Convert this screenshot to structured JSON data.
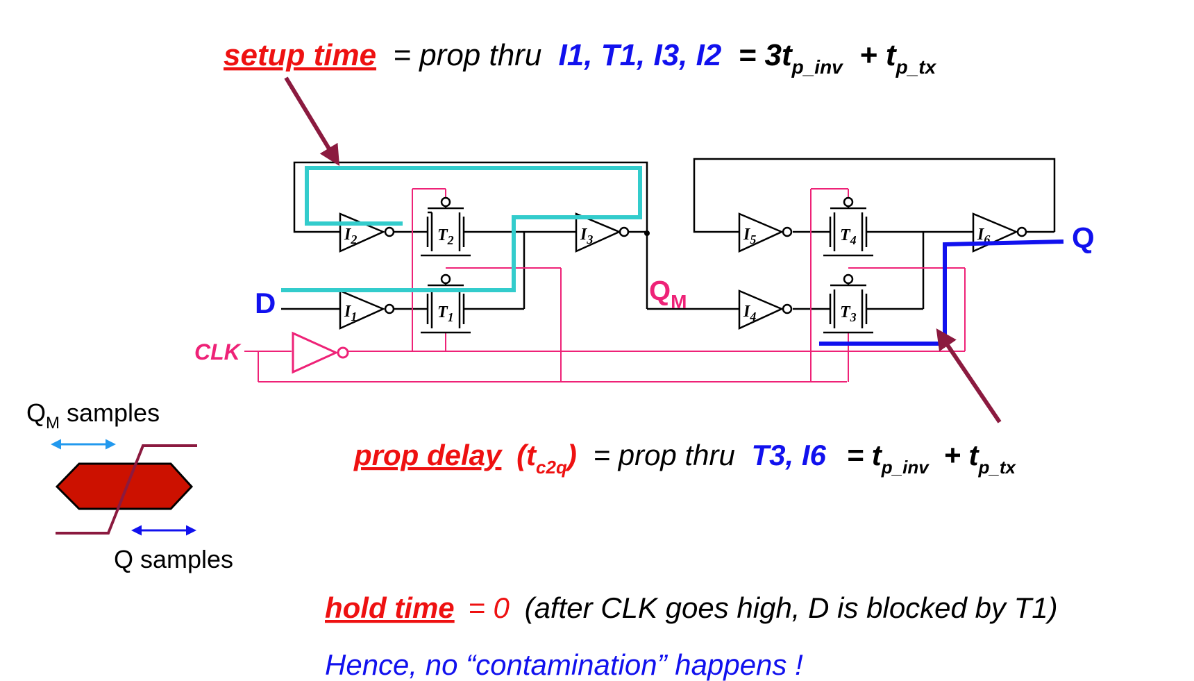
{
  "colors": {
    "red": "#ee1111",
    "blue": "#1111ee",
    "clk_pink": "#ee2277",
    "cyan_path": "#33cccc",
    "arrow_maroon": "#8b1a3f",
    "eye_fill": "#cc1100",
    "light_blue": "#2299ee",
    "wire": "#000000"
  },
  "setup_line": {
    "term": "setup time",
    "eq": "= prop thru",
    "devices": "I1, T1, I3, I2",
    "eq2": "= 3t",
    "sub_inv": "p_inv",
    "plus": "+ t",
    "sub_tx": "p_tx"
  },
  "prop_line": {
    "term": "prop delay",
    "open": "(t",
    "sub": "c2q",
    "close": ")",
    "eq": "= prop thru",
    "devices": "T3, I6",
    "eq2": "= t",
    "sub_inv": "p_inv",
    "plus": "+ t",
    "sub_tx": "p_tx"
  },
  "hold_line": {
    "term": "hold time",
    "eq": "= 0",
    "note": "(after CLK goes high, D is blocked by T1)"
  },
  "hence_line": "Hence, no “contamination” happens !",
  "signals": {
    "d": "D",
    "clk": "CLK",
    "qm": "Q",
    "qm_sub": "M",
    "q": "Q"
  },
  "devices": {
    "i1": "I",
    "i1_sub": "1",
    "i2": "I",
    "i2_sub": "2",
    "i3": "I",
    "i3_sub": "3",
    "i4": "I",
    "i4_sub": "4",
    "i5": "I",
    "i5_sub": "5",
    "i6": "I",
    "i6_sub": "6",
    "t1": "T",
    "t1_sub": "1",
    "t2": "T",
    "t2_sub": "2",
    "t3": "T",
    "t3_sub": "3",
    "t4": "T",
    "t4_sub": "4"
  },
  "sampling": {
    "qm_label": "Q",
    "qm_sub": "M",
    "qm_suffix": " samples",
    "q_label": "Q samples"
  }
}
